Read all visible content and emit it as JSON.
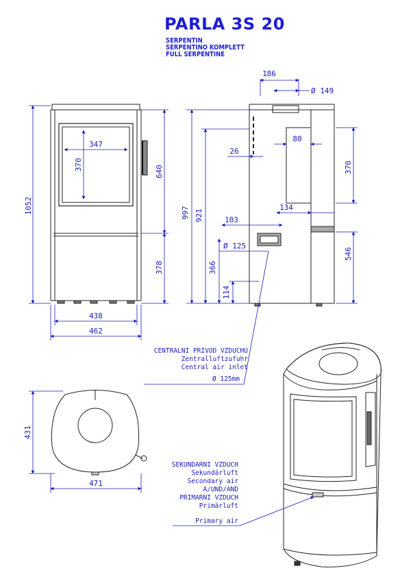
{
  "title": "PARLA 3S 20",
  "subtitles": [
    "SERPENTIN",
    "SERPENTINO KOMPLETT",
    "FULL SERPENTINE"
  ],
  "front_view": {
    "height_total": "1052",
    "window_width": "347",
    "window_height": "370",
    "upper_height": "640",
    "lower_height": "378",
    "inner_width": "438",
    "outer_width": "462"
  },
  "side_view": {
    "top_outlet": "186",
    "flue_diameter": "Ø 149",
    "offset_26": "26",
    "offset_80": "80",
    "height_997": "997",
    "height_921": "921",
    "height_370": "370",
    "depth_134": "134",
    "depth_103": "103",
    "inlet_diameter": "Ø 125",
    "height_546": "546",
    "height_366": "366",
    "height_114": "114"
  },
  "top_view": {
    "depth": "431",
    "width": "471"
  },
  "central_air_notes": [
    "CENTRALNI PRIVOD VZDUCHU",
    "Zentralluftzufuhr",
    "Central air inlet",
    "Ø 125mm"
  ],
  "air_notes": [
    "SEKUNDARNI VZDUCH",
    "Sekundärluft",
    "Secondary air",
    "A/UND/AND",
    "PRIMARNI VZDUCH",
    "Primärluft",
    "Primary air"
  ],
  "colors": {
    "dimension": "#1a1ab8",
    "title": "#1d1dd6",
    "outline": "#222222"
  }
}
